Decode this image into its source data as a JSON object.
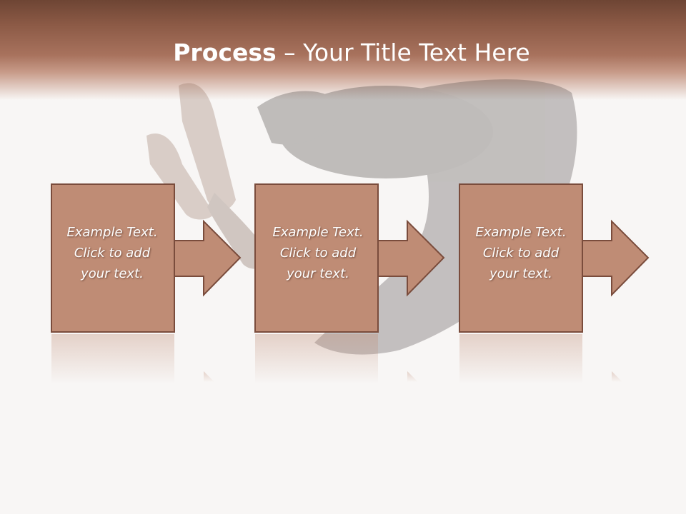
{
  "slide": {
    "title_bold": "Process",
    "title_rest": " – Your Title Text Here"
  },
  "steps": [
    {
      "line1": "Example Text.",
      "line2": "Click  to add",
      "line3": "your text."
    },
    {
      "line1": "Example Text.",
      "line2": "Click  to add",
      "line3": "your text."
    },
    {
      "line1": "Example Text.",
      "line2": "Click  to add",
      "line3": "your text."
    }
  ],
  "colors": {
    "header_dark": "#6e4534",
    "box_fill": "#bf8c75",
    "box_border": "#7a4c3c",
    "background": "#f8f6f5"
  }
}
